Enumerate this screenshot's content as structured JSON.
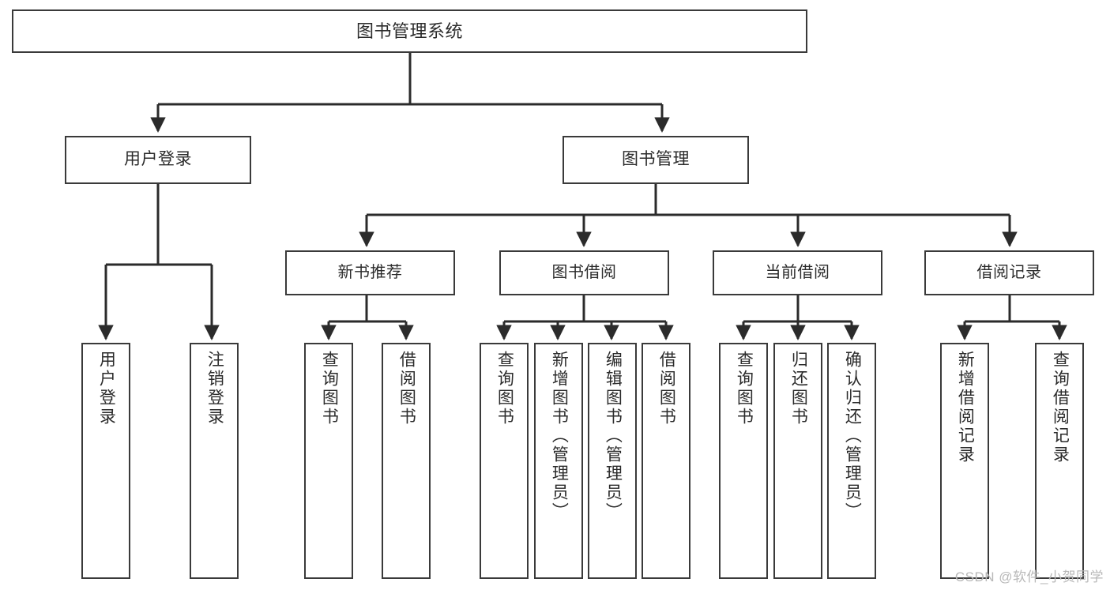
{
  "diagram": {
    "title": "图书管理系统",
    "type": "tree",
    "orientation": "top-down",
    "colors": {
      "box_border": "#3a3a3a",
      "box_fill": "#ffffff",
      "edge": "#2b2b2b",
      "text": "#2b2b2b",
      "watermark": "#b8b8b8",
      "background": "#ffffff"
    },
    "root": {
      "id": "root",
      "label": "图书管理系统"
    },
    "level2": [
      {
        "id": "user-login",
        "label": "用户登录"
      },
      {
        "id": "book-manage",
        "label": "图书管理"
      }
    ],
    "level3": [
      {
        "id": "new-book-rec",
        "label": "新书推荐",
        "parent": "book-manage"
      },
      {
        "id": "book-borrow",
        "label": "图书借阅",
        "parent": "book-manage"
      },
      {
        "id": "current-borrow",
        "label": "当前借阅",
        "parent": "book-manage"
      },
      {
        "id": "borrow-record",
        "label": "借阅记录",
        "parent": "book-manage"
      }
    ],
    "leaves": [
      {
        "id": "leaf-user-login",
        "label": "用户登录",
        "parent": "user-login"
      },
      {
        "id": "leaf-logout-login",
        "label": "注销登录",
        "parent": "user-login"
      },
      {
        "id": "leaf-query-book-1",
        "label": "查询图书",
        "parent": "new-book-rec"
      },
      {
        "id": "leaf-borrow-book-1",
        "label": "借阅图书",
        "parent": "new-book-rec"
      },
      {
        "id": "leaf-query-book-2",
        "label": "查询图书",
        "parent": "book-borrow"
      },
      {
        "id": "leaf-add-book",
        "label": "新增图书（管理员）",
        "parent": "book-borrow"
      },
      {
        "id": "leaf-edit-book",
        "label": "编辑图书（管理员）",
        "parent": "book-borrow"
      },
      {
        "id": "leaf-borrow-book-2",
        "label": "借阅图书",
        "parent": "book-borrow"
      },
      {
        "id": "leaf-query-book-3",
        "label": "查询图书",
        "parent": "current-borrow"
      },
      {
        "id": "leaf-return-book",
        "label": "归还图书",
        "parent": "current-borrow"
      },
      {
        "id": "leaf-confirm-return",
        "label": "确认归还（管理员）",
        "parent": "current-borrow"
      },
      {
        "id": "leaf-add-record",
        "label": "新增借阅记录",
        "parent": "borrow-record"
      },
      {
        "id": "leaf-query-record",
        "label": "查询借阅记录",
        "parent": "borrow-record"
      }
    ],
    "watermark": "CSDN @软件_小贺同学"
  }
}
